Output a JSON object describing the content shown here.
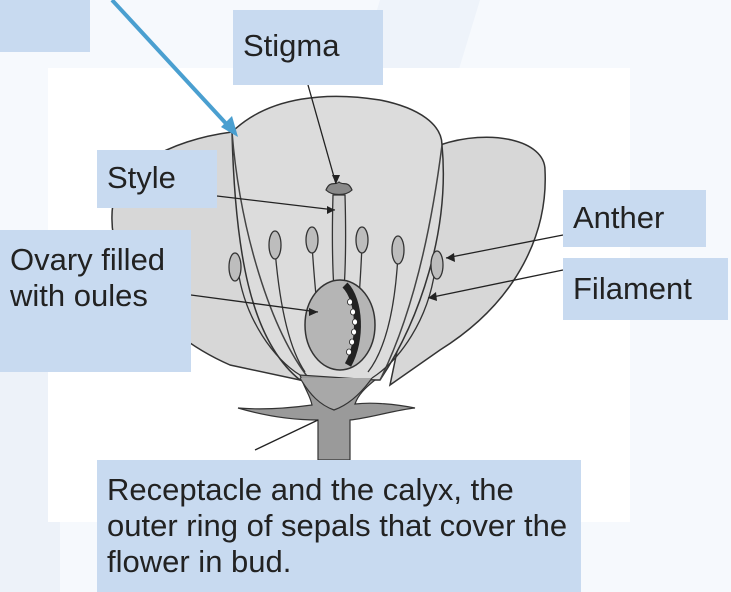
{
  "labels": {
    "stigma": "Stigma",
    "style": "Style",
    "anther": "Anther",
    "filament": "Filament",
    "ovary": "Ovary filled with oules",
    "receptacle": "Receptacle and the calyx, the outer ring of sepals that cover the flower in bud."
  },
  "colors": {
    "label_bg": "#c8daf0",
    "arrow": "#4a9fd0",
    "petal_fill": "#d9d9d9",
    "line": "#333333"
  }
}
